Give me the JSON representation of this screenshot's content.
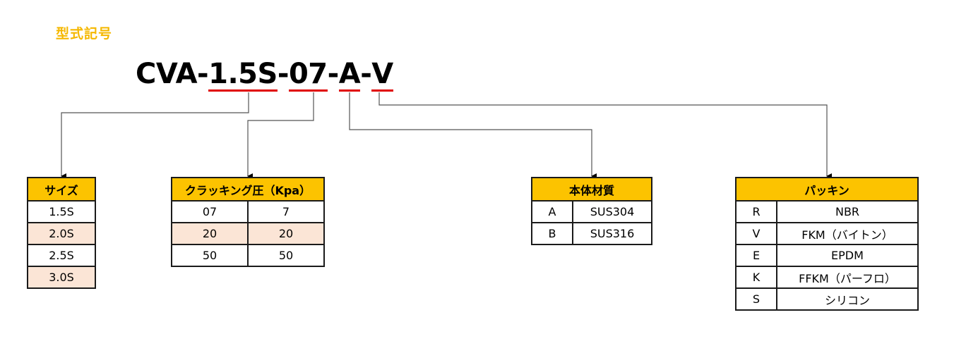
{
  "heading": "型式記号",
  "model_code": {
    "segments": [
      {
        "text": "CVA-",
        "underline": false
      },
      {
        "text": "1.5S",
        "underline": true
      },
      {
        "text": "-",
        "underline": false
      },
      {
        "text": "07",
        "underline": true
      },
      {
        "text": "-",
        "underline": false
      },
      {
        "text": "A",
        "underline": true
      },
      {
        "text": "-",
        "underline": false
      },
      {
        "text": "V",
        "underline": true
      }
    ],
    "underline_color": "#e00000"
  },
  "colors": {
    "header_bg": "#fcc300",
    "alt_row_bg": "#fbe5d6",
    "heading_text": "#f5b800"
  },
  "tables": {
    "size": {
      "header": "サイズ",
      "rows": [
        {
          "cells": [
            "1.5S"
          ],
          "highlight": false
        },
        {
          "cells": [
            "2.0S"
          ],
          "highlight": true
        },
        {
          "cells": [
            "2.5S"
          ],
          "highlight": false
        },
        {
          "cells": [
            "3.0S"
          ],
          "highlight": true
        }
      ]
    },
    "cracking": {
      "header": "クラッキング圧（Kpa）",
      "rows": [
        {
          "cells": [
            "07",
            "7"
          ],
          "highlight": false
        },
        {
          "cells": [
            "20",
            "20"
          ],
          "highlight": true
        },
        {
          "cells": [
            "50",
            "50"
          ],
          "highlight": false
        }
      ]
    },
    "body_material": {
      "header": "本体材質",
      "rows": [
        {
          "cells": [
            "A",
            "SUS304"
          ],
          "highlight": false
        },
        {
          "cells": [
            "B",
            "SUS316"
          ],
          "highlight": false
        }
      ]
    },
    "packing": {
      "header": "パッキン",
      "rows": [
        {
          "cells": [
            "R",
            "NBR"
          ],
          "highlight": false
        },
        {
          "cells": [
            "V",
            "FKM（バイトン）"
          ],
          "highlight": false
        },
        {
          "cells": [
            "E",
            "EPDM"
          ],
          "highlight": false
        },
        {
          "cells": [
            "K",
            "FFKM（パーフロ）"
          ],
          "highlight": false
        },
        {
          "cells": [
            "S",
            "シリコン"
          ],
          "highlight": false
        }
      ]
    }
  }
}
